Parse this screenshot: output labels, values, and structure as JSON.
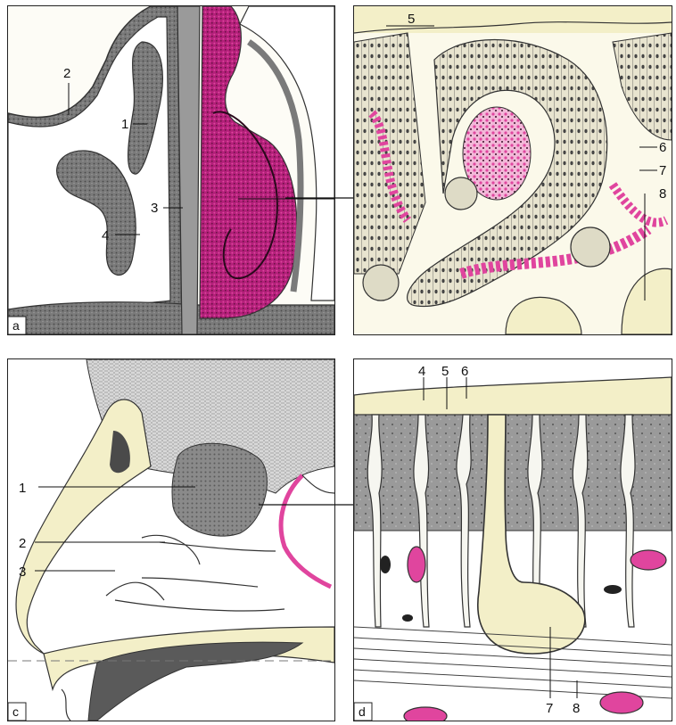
{
  "panels": {
    "a": {
      "letter": "a",
      "labels": {
        "l1": "1",
        "l2": "2",
        "l3": "3",
        "l4": "4"
      }
    },
    "b": {
      "labels": {
        "l5": "5",
        "l6": "6",
        "l7": "7",
        "l8": "8"
      }
    },
    "c": {
      "letter": "c",
      "labels": {
        "l1": "1",
        "l2": "2",
        "l3": "3"
      }
    },
    "d": {
      "letter": "d",
      "labels": {
        "l4": "4",
        "l5": "5",
        "l6": "6",
        "l7": "7",
        "l8": "8"
      }
    }
  },
  "colors": {
    "stain_magenta": "#e0459e",
    "tissue_dark": "#6b6b6b",
    "mucus_yellow": "#f3efc8",
    "bone_gray": "#8f8f8f"
  }
}
